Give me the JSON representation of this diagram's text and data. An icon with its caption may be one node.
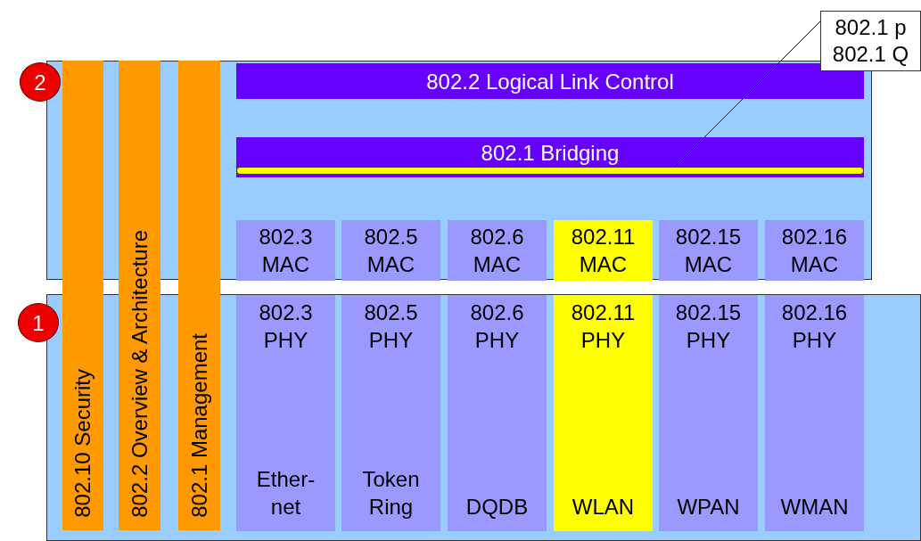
{
  "diagram": {
    "nodes": [
      {
        "text": [
          "2"
        ]
      },
      {
        "text": [],
        "shape": "box"
      },
      {
        "text": [
          "802.10 Security"
        ]
      },
      {
        "text": [
          "802.2 Overview & Architecture"
        ]
      },
      {
        "text": [
          "802.1 Management"
        ]
      },
      {
        "text": [
          "802.2 Logical Link Control"
        ],
        "in": 1
      },
      {
        "text": [
          "802.1 Bridging"
        ],
        "in": 1
      },
      {
        "text": [],
        "shape": "bar",
        "in": 6
      },
      {
        "text": [
          "802.1 p",
          "802.1 Q"
        ]
      },
      {
        "text": [
          "802.3 MAC"
        ],
        "in": 1
      },
      {
        "text": [
          "802.5 MAC"
        ],
        "in": 1
      },
      {
        "text": [
          "802.6 MAC"
        ],
        "in": 1
      },
      {
        "text": [
          "802.11 MAC"
        ],
        "in": 1
      },
      {
        "text": [
          "802.15 MAC"
        ],
        "in": 1
      },
      {
        "text": [
          "802.16 MAC"
        ],
        "in": 1
      },
      {
        "text": [
          "1"
        ]
      },
      {
        "text": [],
        "shape": "box"
      },
      {
        "text": [
          "802.3 PHY",
          "Ether- net"
        ],
        "in": 16
      },
      {
        "text": [
          "802.5 PHY",
          "Token Ring"
        ],
        "in": 16
      },
      {
        "text": [
          "802.6 PHY",
          "DQDB"
        ],
        "in": 16
      },
      {
        "text": [
          "802.11 PHY",
          "WLAN"
        ],
        "in": 16
      },
      {
        "text": [
          "802.15 PHY",
          "WPAN"
        ],
        "in": 16
      },
      {
        "text": [
          "802.16 PHY",
          "WMAN"
        ],
        "in": 16
      }
    ],
    "edges": [
      {
        "from": 8,
        "to": 7,
        "arrow": "none"
      }
    ]
  }
}
